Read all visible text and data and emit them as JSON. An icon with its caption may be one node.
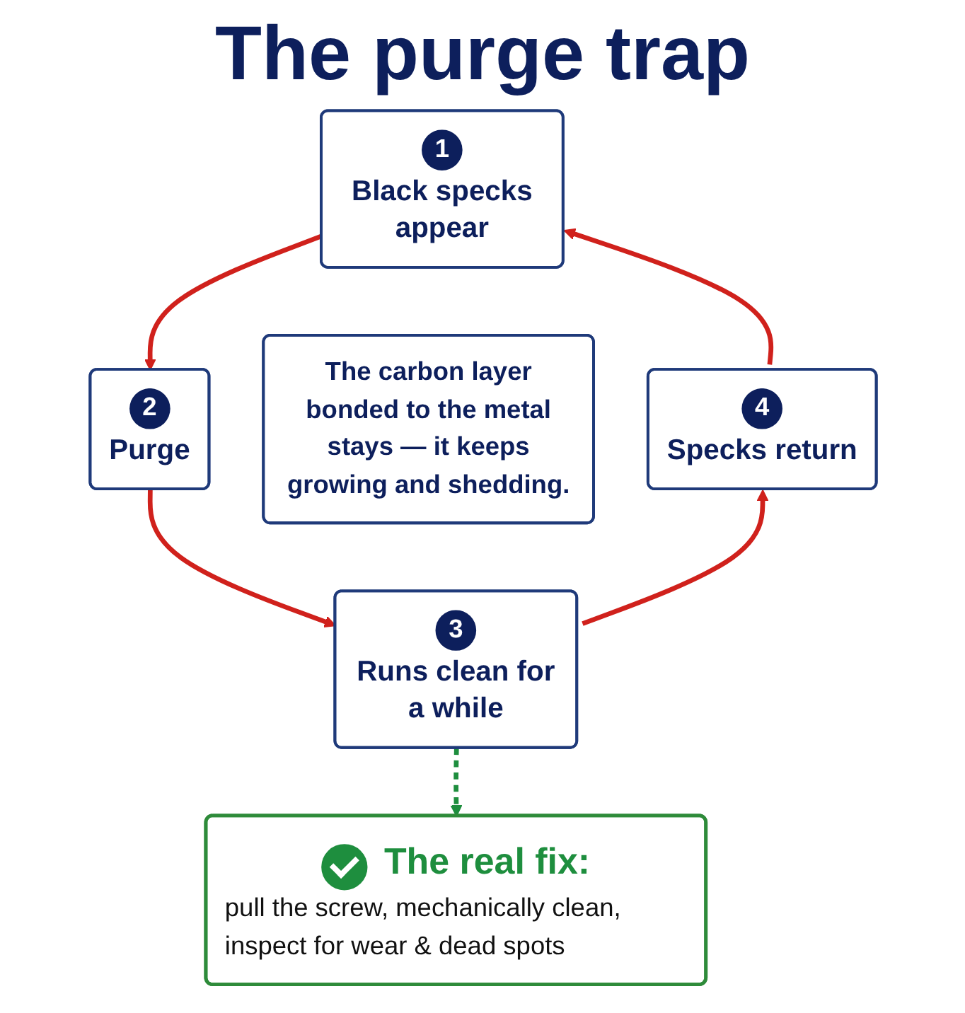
{
  "diagram": {
    "title": "The purge trap",
    "nodes": [
      {
        "text": [
          "1",
          "Black specks appear"
        ]
      },
      {
        "text": [
          "4",
          "Specks return"
        ]
      },
      {
        "text": [
          "The carbon layer bonded to the metal stays — it keeps growing and shedding."
        ]
      },
      {
        "text": [
          "2",
          "Purge"
        ]
      },
      {
        "text": [
          "3",
          "Runs clean for a while"
        ]
      },
      {
        "text": [
          "The real fix:",
          "pull the screw, mechanically clean, inspect for wear & dead spots"
        ]
      }
    ],
    "edges": [
      {
        "from": 0,
        "to": 3,
        "arrow": "to"
      },
      {
        "from": 3,
        "to": 4,
        "arrow": "to"
      },
      {
        "from": 4,
        "to": 1,
        "arrow": "to"
      },
      {
        "from": 1,
        "to": 0,
        "arrow": "to"
      },
      {
        "from": 4,
        "to": 5,
        "arrow": "to",
        "style": "dashed",
        "color": "#1e8e3e"
      }
    ]
  }
}
